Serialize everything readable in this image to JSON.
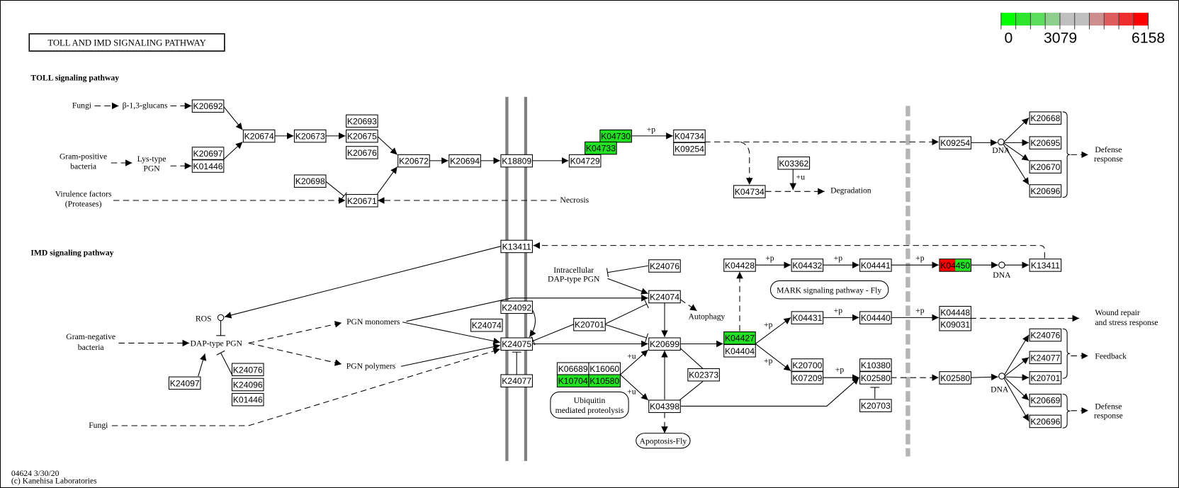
{
  "title": "TOLL AND IMD SIGNALING PATHWAY",
  "sections": [
    "TOLL signaling pathway",
    "IMD signaling pathway"
  ],
  "footer": [
    "04624 3/30/20",
    "(c) Kanehisa Laboratories"
  ],
  "legend": {
    "min": "0",
    "mid": "3079",
    "max": "6158",
    "colors": [
      "#00ff00",
      "#2ee62e",
      "#5ddd5d",
      "#8ecf8e",
      "#bfbfbf",
      "#bfbfbf",
      "#cf8e8e",
      "#dd5d5d",
      "#ee2e2e",
      "#ff0000"
    ]
  },
  "colors": {
    "high": "#ff0000",
    "low": "#22e022",
    "membrane": "#808080",
    "nuclear_envelope": "#b4b4b4"
  },
  "nodes": [
    {
      "label": "K20692"
    },
    {
      "label": "K20674"
    },
    {
      "label": "K20673"
    },
    {
      "label": "K20693"
    },
    {
      "label": "K20675"
    },
    {
      "label": "K20676"
    },
    {
      "label": "K20697"
    },
    {
      "label": "K01446"
    },
    {
      "label": "K20672"
    },
    {
      "label": "K20694"
    },
    {
      "label": "K18809"
    },
    {
      "label": "K04730",
      "fill": "#22e022"
    },
    {
      "label": "K04733",
      "fill": "#22e022"
    },
    {
      "label": "K04729"
    },
    {
      "label": "K04734"
    },
    {
      "label": "K09254"
    },
    {
      "label": "K20698"
    },
    {
      "label": "K20671"
    },
    {
      "label": "K03362"
    },
    {
      "label": "K04734"
    },
    {
      "label": "K09254"
    },
    {
      "label": "K20668"
    },
    {
      "label": "K20695"
    },
    {
      "label": "K20670"
    },
    {
      "label": "K20696"
    },
    {
      "label": "K13411"
    },
    {
      "label": "K24076"
    },
    {
      "label": "K24074"
    },
    {
      "label": "K24092"
    },
    {
      "label": "K24074"
    },
    {
      "label": "K24075"
    },
    {
      "label": "K20701"
    },
    {
      "label": "K20699"
    },
    {
      "label": "K06689"
    },
    {
      "label": "K16060"
    },
    {
      "label": "K10704",
      "fill": "#22e022"
    },
    {
      "label": "K10580",
      "fill": "#22e022"
    },
    {
      "label": "K24077"
    },
    {
      "label": "K02373"
    },
    {
      "label": "K04398"
    },
    {
      "label": "K04428"
    },
    {
      "label": "K04432"
    },
    {
      "label": "K04441"
    },
    {
      "label": "K04450",
      "fill": "#ff0000",
      "fill2": "#22e022"
    },
    {
      "label": "K13411"
    },
    {
      "label": "K04427",
      "fill": "#22e022"
    },
    {
      "label": "K04404"
    },
    {
      "label": "K04431"
    },
    {
      "label": "K04440"
    },
    {
      "label": "K04448"
    },
    {
      "label": "K09031"
    },
    {
      "label": "K20700"
    },
    {
      "label": "K07209"
    },
    {
      "label": "K10380"
    },
    {
      "label": "K02580"
    },
    {
      "label": "K20703"
    },
    {
      "label": "K02580"
    },
    {
      "label": "K24076"
    },
    {
      "label": "K24077"
    },
    {
      "label": "K20701"
    },
    {
      "label": "K20669"
    },
    {
      "label": "K20696"
    },
    {
      "label": "K24076"
    },
    {
      "label": "K24096"
    },
    {
      "label": "K01446"
    },
    {
      "label": "K24097"
    }
  ],
  "labels": [
    "Fungi",
    "β-1,3-glucans",
    "Gram-positive",
    "bacteria",
    "Lys-type",
    "PGN",
    "Virulence factors",
    "(Proteases)",
    "Necrosis",
    "Degradation",
    "+u",
    "+p",
    "DNA",
    "Defense",
    "response",
    "ROS",
    "Gram-negative",
    "bacteria",
    "DAP-type PGN",
    "PGN monomers",
    "PGN polymers",
    "Fungi",
    "Intracellular",
    "DAP-type PGN",
    "Autophagy",
    "+u",
    "+u",
    "Ubiquitin",
    "mediated proteolysis",
    "Apoptosis-Fly",
    "MARK signaling pathway - Fly",
    "+p",
    "+p",
    "+p",
    "+p",
    "+p",
    "+p",
    "+p",
    "+p",
    "DNA",
    "Wound repair",
    "and stress response",
    "Feedback",
    "Defense",
    "response",
    "DNA"
  ]
}
